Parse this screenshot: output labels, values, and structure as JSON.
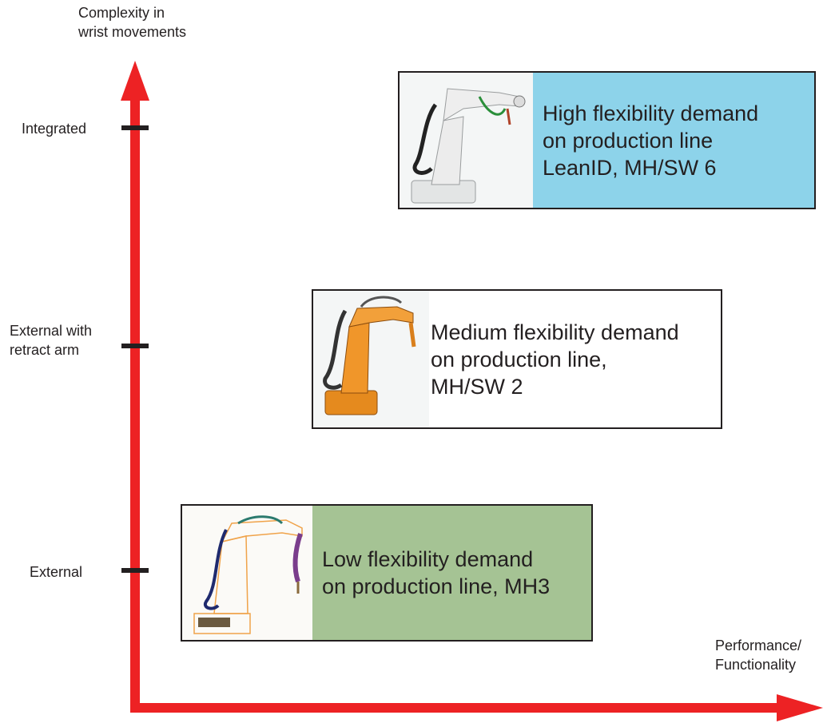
{
  "y_axis_label": [
    "Complexity in",
    "wrist movements"
  ],
  "x_axis_label": [
    "Performance/",
    "Functionality"
  ],
  "ticks": [
    {
      "label_lines": [
        "Integrated"
      ]
    },
    {
      "label_lines": [
        "External with",
        "retract arm"
      ]
    },
    {
      "label_lines": [
        "External"
      ]
    }
  ],
  "cards": [
    {
      "lines": [
        "High flexibility demand",
        "on production line",
        "LeanID, MH/SW 6"
      ],
      "fill": "#8dd3ea",
      "robot": "white-robot-icon"
    },
    {
      "lines": [
        "Medium flexibility demand",
        "on production line,",
        "MH/SW 2"
      ],
      "fill": "#ffffff",
      "robot": "orange-robot-icon"
    },
    {
      "lines": [
        "Low flexibility demand",
        "on production line, MH3"
      ],
      "fill": "#a5c394",
      "robot": "wireframe-robot-icon"
    }
  ],
  "colors": {
    "axis": "#ed2224",
    "tick": "#231f20",
    "text": "#231f20"
  }
}
